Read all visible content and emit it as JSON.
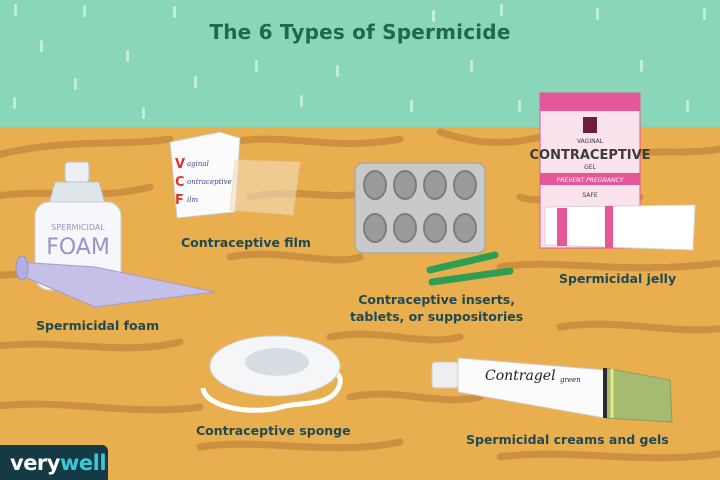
{
  "title": "The 6 Types of Spermicide",
  "items": [
    {
      "id": "foam",
      "label": "Spermicidal foam",
      "product_text": [
        "SPERMICIDAL",
        "FOAM"
      ]
    },
    {
      "id": "film",
      "label": "Contraceptive film",
      "product_text": [
        "Vaginal",
        "Contraceptive",
        "Film"
      ],
      "product_letters": [
        "V",
        "C",
        "F"
      ]
    },
    {
      "id": "inserts",
      "label_line1": "Contraceptive inserts,",
      "label_line2": "tablets, or suppositories"
    },
    {
      "id": "jelly",
      "label": "Spermicidal jelly",
      "product_text": [
        "VAGINAL",
        "CONTRACEPTIVE",
        "GEL",
        "PREVENT PREGNANCY",
        "SAFE"
      ]
    },
    {
      "id": "sponge",
      "label": "Contraceptive sponge"
    },
    {
      "id": "creams",
      "label": "Spermicidal creams and gels",
      "product_text": [
        "Contragel",
        "green"
      ]
    }
  ],
  "brand": {
    "part1": "very",
    "part2": "well"
  },
  "colors": {
    "sky": "#8ad6b8",
    "ground": "#e9ae4e",
    "stripe": "#c98a3e",
    "title": "#1f6b48",
    "label": "#1e4a55",
    "brand_bg": "#143a45",
    "brand_accent": "#3cc7d6",
    "pink": "#e6579a"
  }
}
